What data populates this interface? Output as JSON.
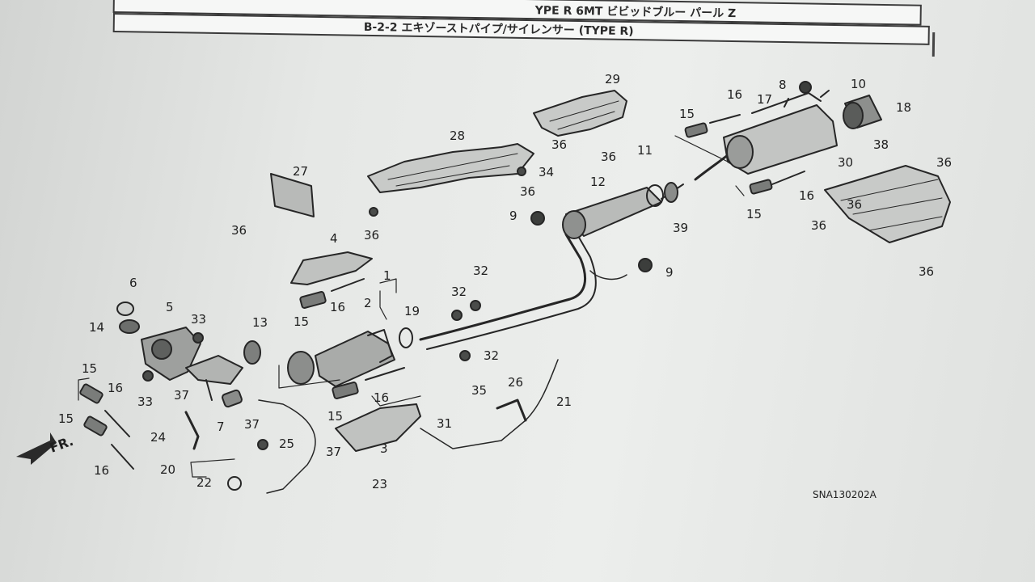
{
  "header": {
    "model_line": "YPE R 6MT ビビッドブルー パール Z",
    "section_title": "B-2-2 エキゾーストパイプ/サイレンサー (TYPE R)"
  },
  "front_indicator": "FR.",
  "diagram_code": "SNA130202A",
  "callouts": {
    "c1": "1",
    "c2": "2",
    "c3": "3",
    "c4": "4",
    "c5": "5",
    "c6": "6",
    "c7": "7",
    "c8": "8",
    "c9a": "9",
    "c9b": "9",
    "c10": "10",
    "c11": "11",
    "c12": "12",
    "c13": "13",
    "c14": "14",
    "c15a": "15",
    "c15b": "15",
    "c15c": "15",
    "c15d": "15",
    "c15e": "15",
    "c15f": "15",
    "c16a": "16",
    "c16b": "16",
    "c16c": "16",
    "c16d": "16",
    "c16e": "16",
    "c16f": "16",
    "c17": "17",
    "c18": "18",
    "c19": "19",
    "c20": "20",
    "c21": "21",
    "c22": "22",
    "c23": "23",
    "c24": "24",
    "c25": "25",
    "c26": "26",
    "c27": "27",
    "c28": "28",
    "c29": "29",
    "c30": "30",
    "c31": "31",
    "c32a": "32",
    "c32b": "32",
    "c32c": "32",
    "c33a": "33",
    "c33b": "33",
    "c34": "34",
    "c35": "35",
    "c36a": "36",
    "c36b": "36",
    "c36c": "36",
    "c36d": "36",
    "c36e": "36",
    "c36f": "36",
    "c36g": "36",
    "c36h": "36",
    "c36i": "36",
    "c37a": "37",
    "c37b": "37",
    "c37c": "37",
    "c38": "38",
    "c39": "39"
  }
}
